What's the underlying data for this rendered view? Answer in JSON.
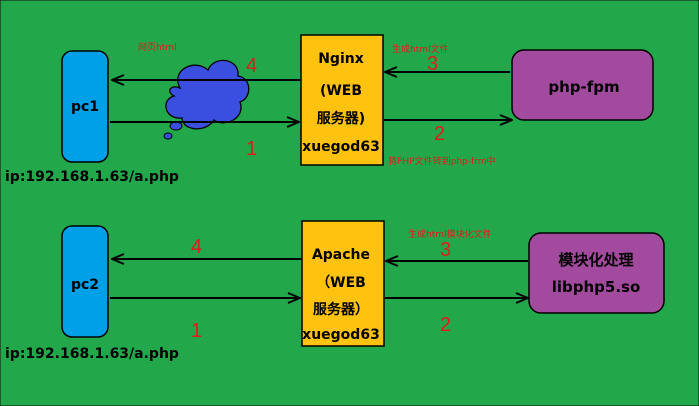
{
  "colors": {
    "background": "#22a84a",
    "pc_box": "#00a0e8",
    "server_box": "#ffc20e",
    "php_box": "#a24a9e",
    "cloud": "#3a4fe0",
    "arrow": "#000000",
    "label_red": "#e01b1b"
  },
  "top": {
    "pc_label": "pc1",
    "ip_text": "ip:192.168.1.63/a.php",
    "server_lines": [
      "Nginx",
      "(WEB",
      "服务器)",
      "xuegod63"
    ],
    "backend_label": "php-fpm",
    "label_webpage_html": "网页html",
    "label_generate_html": "生成html文件",
    "label_forward_php": "将PHP文件转到php-frm中",
    "step_1": "1",
    "step_2": "2",
    "step_3": "3",
    "step_4": "4"
  },
  "bottom": {
    "pc_label": "pc2",
    "ip_text": "ip:192.168.1.63/a.php",
    "server_lines": [
      "Apache",
      "（WEB",
      "服务器）",
      "xuegod63"
    ],
    "backend_lines": [
      "模块化处理",
      "libphp5.so"
    ],
    "label_generate_html_module": "生成html模块化文件",
    "step_1": "1",
    "step_2": "2",
    "step_3": "3",
    "step_4": "4"
  }
}
